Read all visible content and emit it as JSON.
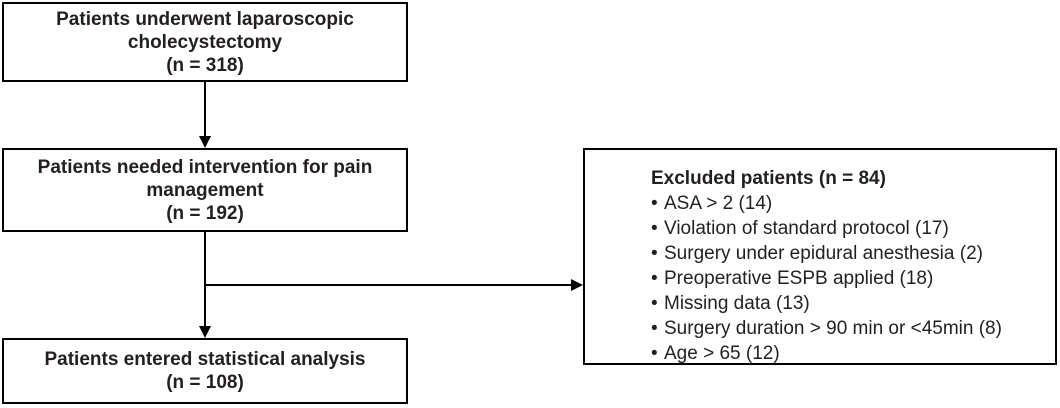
{
  "figure": {
    "background_color": "#ffffff",
    "line_color": "#000000",
    "text_color": "#231f20"
  },
  "boxes": {
    "top": {
      "lines": [
        "Patients underwent laparoscopic",
        "cholecystectomy",
        "(n = 318)"
      ]
    },
    "middle": {
      "lines": [
        "Patients needed intervention for pain",
        "management",
        "(n = 192)"
      ]
    },
    "bottom": {
      "lines": [
        "Patients entered statistical analysis",
        "(n = 108)"
      ]
    }
  },
  "excluded": {
    "title": "Excluded patients (n = 84)",
    "bullet": "•",
    "items": [
      "ASA > 2 (14)",
      "Violation of standard protocol (17)",
      "Surgery under epidural anesthesia (2)",
      "Preoperative ESPB applied (18)",
      "Missing data (13)",
      "Surgery duration > 90 min or <45min (8)",
      "Age > 65 (12)"
    ]
  }
}
